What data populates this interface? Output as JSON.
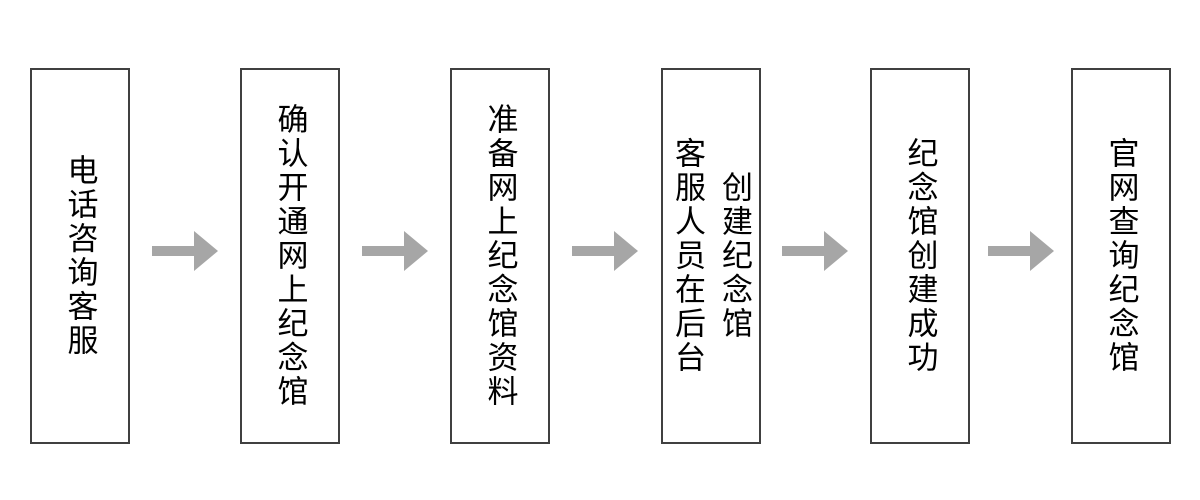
{
  "flowchart": {
    "direction": "left-to-right",
    "steps": [
      {
        "lines": [
          "电话咨询客服"
        ]
      },
      {
        "lines": [
          "确认开通网上纪念馆"
        ]
      },
      {
        "lines": [
          "准备网上纪念馆资料"
        ]
      },
      {
        "lines": [
          "客服人员在后台",
          "创建纪念馆"
        ]
      },
      {
        "lines": [
          "纪念馆创建成功"
        ]
      },
      {
        "lines": [
          "官网查询纪念馆"
        ]
      }
    ],
    "colors": {
      "arrow": "#a6a6a6",
      "border": "#404040",
      "text": "#000000",
      "background": "#ffffff"
    }
  }
}
